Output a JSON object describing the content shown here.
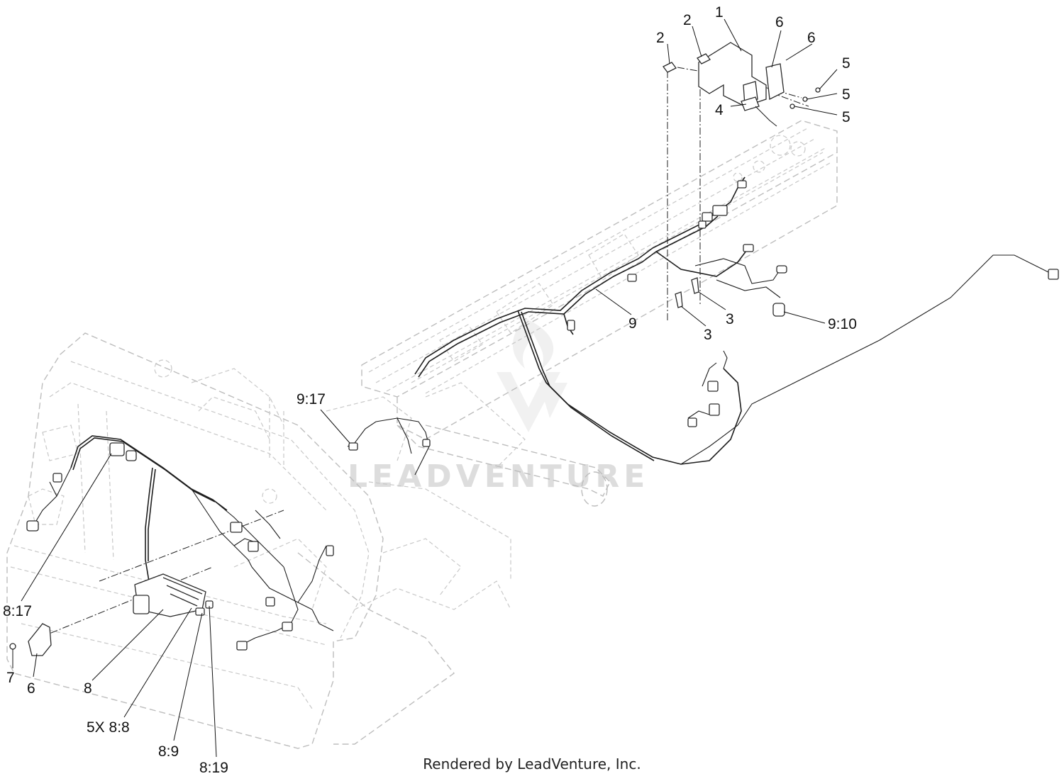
{
  "watermark": "LEADVENTURE",
  "credit": "Rendered by LeadVenture, Inc.",
  "callouts": {
    "c1": "1",
    "c2a": "2",
    "c2b": "2",
    "c3a": "3",
    "c3b": "3",
    "c4": "4",
    "c5a": "5",
    "c5b": "5",
    "c5c": "5",
    "c6a": "6",
    "c6b": "6",
    "c6c": "6",
    "c7": "7",
    "c8": "8",
    "c9": "9",
    "c9_10": "9:10",
    "c9_17": "9:17",
    "c8_17": "8:17",
    "c8_8": "5X 8:8",
    "c8_9": "8:9",
    "c8_19": "8:19"
  }
}
